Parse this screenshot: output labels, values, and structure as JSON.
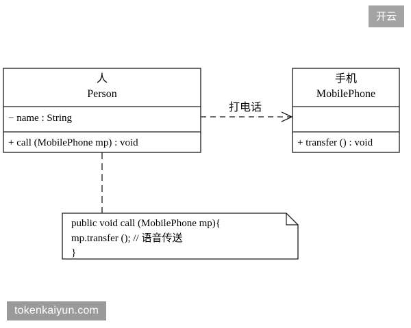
{
  "badge": {
    "text": "开云"
  },
  "watermark": {
    "text": "tokenkaiyun.com"
  },
  "classes": {
    "person": {
      "title_cn": "人",
      "title_en": "Person",
      "attribute": "− name : String",
      "operation": "+ call (MobilePhone mp) : void"
    },
    "mobile_phone": {
      "title_cn": "手机",
      "title_en": "MobilePhone",
      "attribute": "",
      "operation": "+ transfer () : void"
    }
  },
  "relation": {
    "label": "打电话",
    "type": "dependency"
  },
  "note": {
    "line1": "public void call (MobilePhone mp){",
    "line2": "mp.transfer ();  // 语音传送",
    "line3": "}"
  }
}
